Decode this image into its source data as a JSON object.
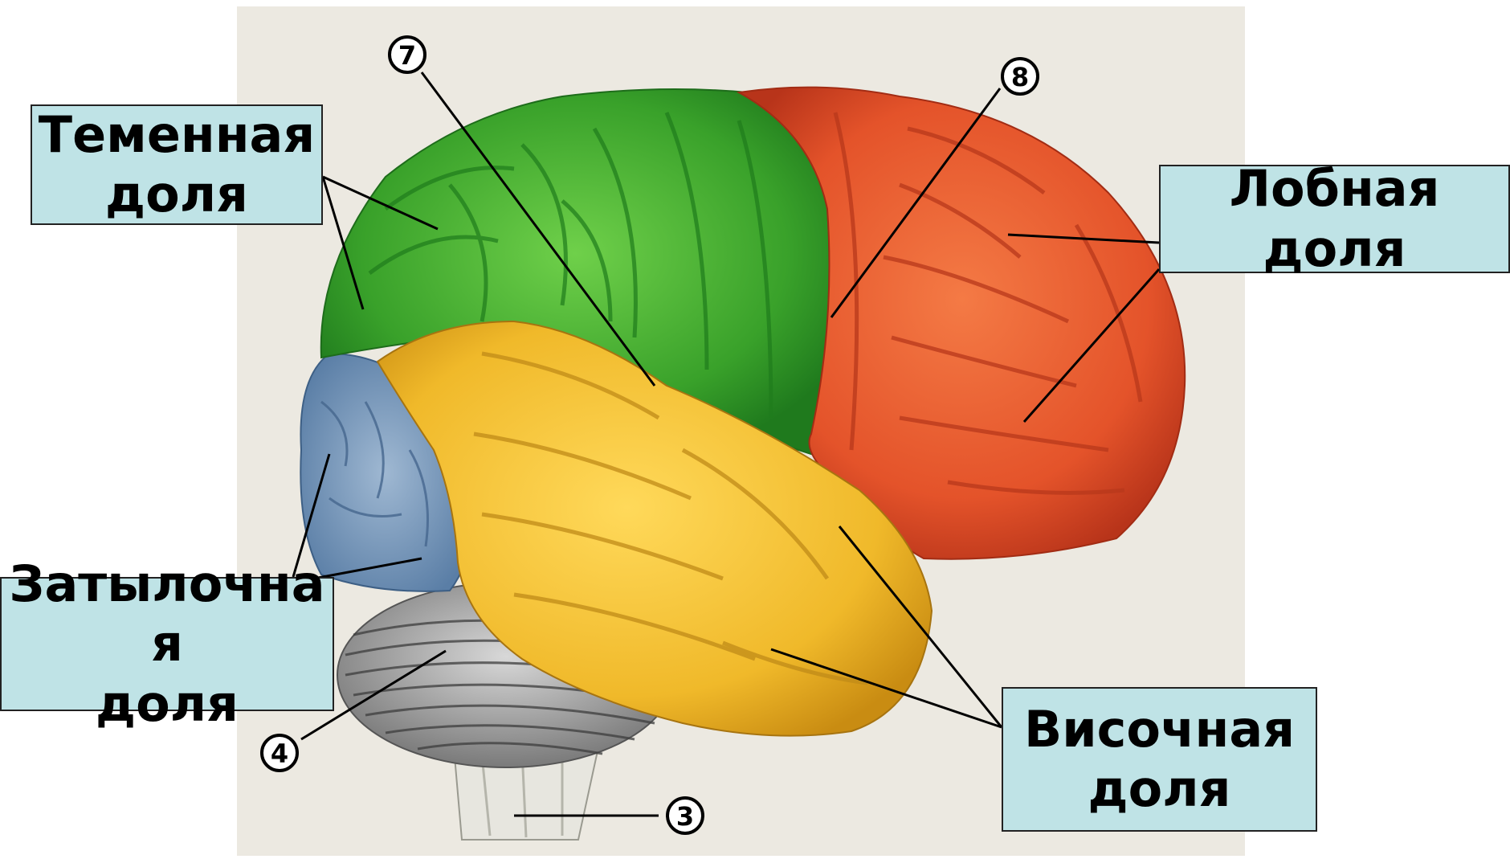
{
  "labels": {
    "parietal": [
      "Теменная",
      "доля"
    ],
    "frontal": [
      "Лобная",
      "доля"
    ],
    "temporal": [
      "Височная",
      "доля"
    ],
    "occipital": [
      "Затылочна",
      "я",
      "доля"
    ]
  },
  "markers": [
    "7",
    "8",
    "4",
    "3"
  ],
  "colors": {
    "background": "#ece9e1",
    "parietal": "#3fa52e",
    "frontal": "#e5582b",
    "temporal": "#f0bb2c",
    "occipital": "#7896b8",
    "cerebellum": "#9a9a9a",
    "label_fill": "#bfe3e6"
  }
}
